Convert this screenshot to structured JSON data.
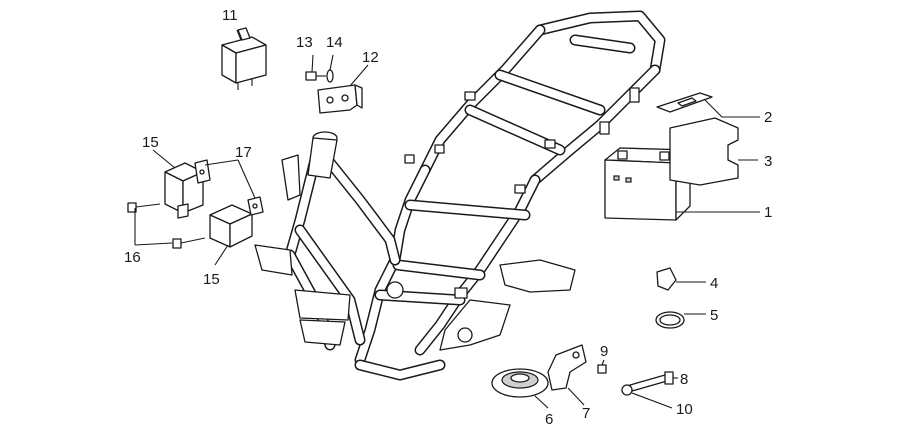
{
  "callouts": [
    {
      "number": "1"
    },
    {
      "number": "2"
    },
    {
      "number": "3"
    },
    {
      "number": "4"
    },
    {
      "number": "5"
    },
    {
      "number": "6"
    },
    {
      "number": "7"
    },
    {
      "number": "8"
    },
    {
      "number": "9"
    },
    {
      "number": "10"
    },
    {
      "number": "11"
    },
    {
      "number": "12"
    },
    {
      "number": "13"
    },
    {
      "number": "14"
    },
    {
      "number": "15"
    },
    {
      "number": "15"
    },
    {
      "number": "16"
    },
    {
      "number": "17"
    }
  ]
}
